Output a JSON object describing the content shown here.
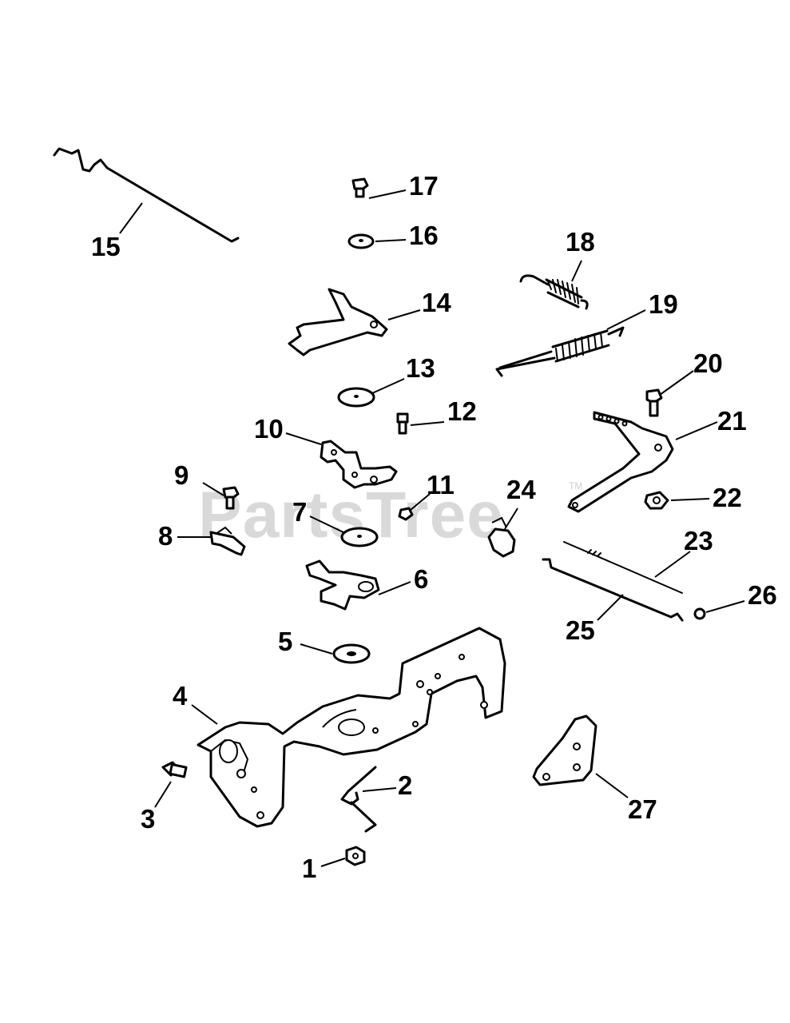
{
  "watermark": {
    "text": "PartsTree",
    "tm": "TM"
  },
  "callouts": [
    {
      "id": "1",
      "label": "1"
    },
    {
      "id": "2",
      "label": "2"
    },
    {
      "id": "3",
      "label": "3"
    },
    {
      "id": "4",
      "label": "4"
    },
    {
      "id": "5",
      "label": "5"
    },
    {
      "id": "6",
      "label": "6"
    },
    {
      "id": "7",
      "label": "7"
    },
    {
      "id": "8",
      "label": "8"
    },
    {
      "id": "9",
      "label": "9"
    },
    {
      "id": "10",
      "label": "10"
    },
    {
      "id": "11",
      "label": "11"
    },
    {
      "id": "12",
      "label": "12"
    },
    {
      "id": "13",
      "label": "13"
    },
    {
      "id": "14",
      "label": "14"
    },
    {
      "id": "15",
      "label": "15"
    },
    {
      "id": "16",
      "label": "16"
    },
    {
      "id": "17",
      "label": "17"
    },
    {
      "id": "18",
      "label": "18"
    },
    {
      "id": "19",
      "label": "19"
    },
    {
      "id": "20",
      "label": "20"
    },
    {
      "id": "21",
      "label": "21"
    },
    {
      "id": "22",
      "label": "22"
    },
    {
      "id": "23",
      "label": "23"
    },
    {
      "id": "24",
      "label": "24"
    },
    {
      "id": "25",
      "label": "25"
    },
    {
      "id": "26",
      "label": "26"
    },
    {
      "id": "27",
      "label": "27"
    }
  ]
}
